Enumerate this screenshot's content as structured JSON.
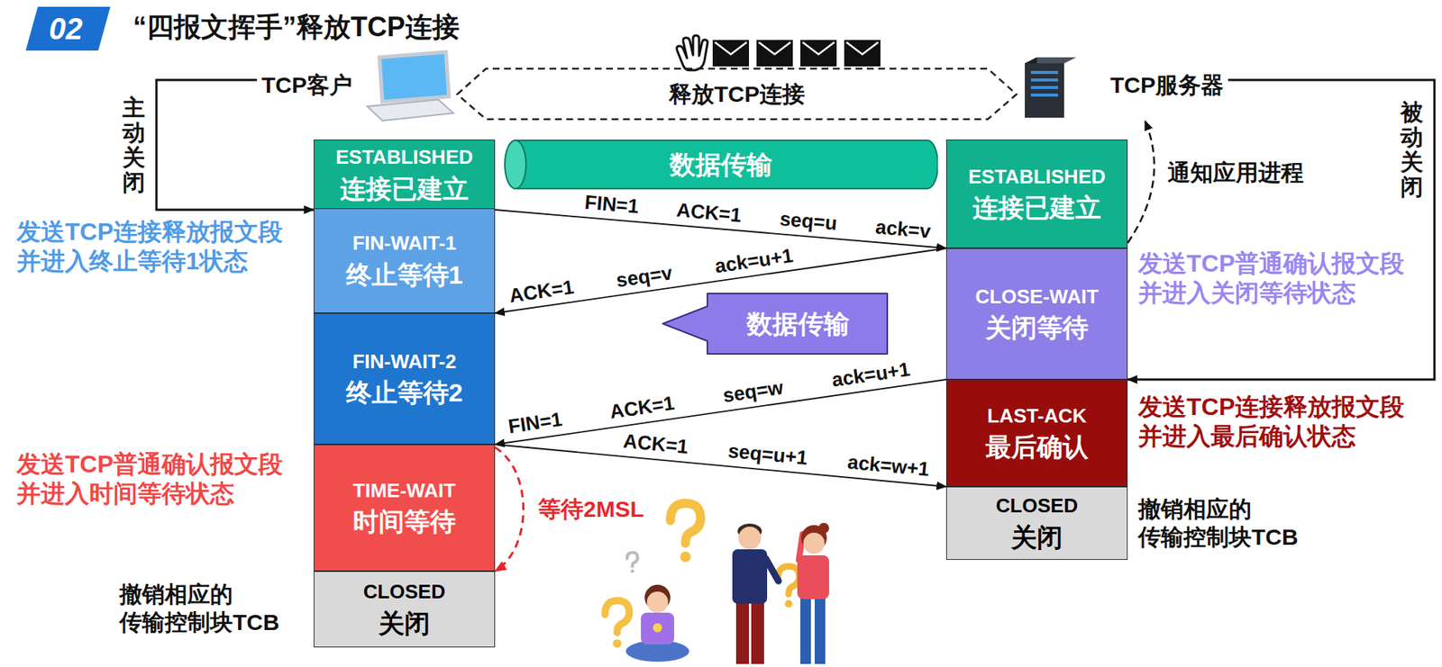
{
  "diagram": {
    "title": "“四报文挥手”释放TCP连接",
    "nodes": [
      {
        "text": [
          "TCP客户"
        ]
      },
      {
        "text": [
          "TCP服务器"
        ]
      },
      {
        "text": [
          "ESTABLISHED",
          "连接已建立"
        ]
      },
      {
        "text": [
          "数据传输"
        ]
      },
      {
        "text": [
          "ESTABLISHED",
          "连接已建立"
        ]
      },
      {
        "text": [
          "FIN-WAIT-1",
          "终止等待1"
        ]
      },
      {
        "text": [
          "CLOSE-WAIT",
          "关闭等待"
        ]
      },
      {
        "text": [
          "数据传输"
        ]
      },
      {
        "text": [
          "FIN-WAIT-2",
          "终止等待2"
        ]
      },
      {
        "text": [
          "LAST-ACK",
          "最后确认"
        ]
      },
      {
        "text": [
          "TIME-WAIT",
          "时间等待"
        ]
      },
      {
        "text": [
          "CLOSED",
          "关闭"
        ]
      },
      {
        "text": [
          "CLOSED",
          "关闭"
        ]
      }
    ],
    "edges": [
      {
        "from": 0,
        "to": 1,
        "arrow": "both",
        "label": "释放TCP连接"
      },
      {
        "from": 0,
        "to": 2,
        "arrow": "to",
        "label": "主动关闭"
      },
      {
        "from": 1,
        "to": 9,
        "arrow": "to",
        "label": "被动关闭"
      },
      {
        "from": 4,
        "to": 1,
        "arrow": "to",
        "label": "通知应用进程"
      },
      {
        "from": 2,
        "to": 6,
        "arrow": "to",
        "label": "FIN=1 ACK=1 seq=u ack=v"
      },
      {
        "from": 6,
        "to": 8,
        "arrow": "to",
        "label": "ACK=1 seq=v ack=u+1"
      },
      {
        "from": 9,
        "to": 10,
        "arrow": "to",
        "label": "FIN=1 ACK=1 seq=w ack=u+1"
      },
      {
        "from": 10,
        "to": 11,
        "arrow": "to",
        "label": "ACK=1 seq=u+1 ack=w+1"
      },
      {
        "from": 10,
        "to": 12,
        "arrow": "to",
        "label": "等待2MSL"
      }
    ],
    "labels": [
      "02",
      "发送TCP连接释放报文段 并进入终止等待1状态",
      "发送TCP普通确认报文段 并进入关闭等待状态",
      "发送TCP连接释放报文段 并进入最后确认状态",
      "发送TCP普通确认报文段 并进入时间等待状态",
      "撤销相应的 传输控制块TCB",
      "撤销相应的 传输控制块TCB"
    ]
  }
}
